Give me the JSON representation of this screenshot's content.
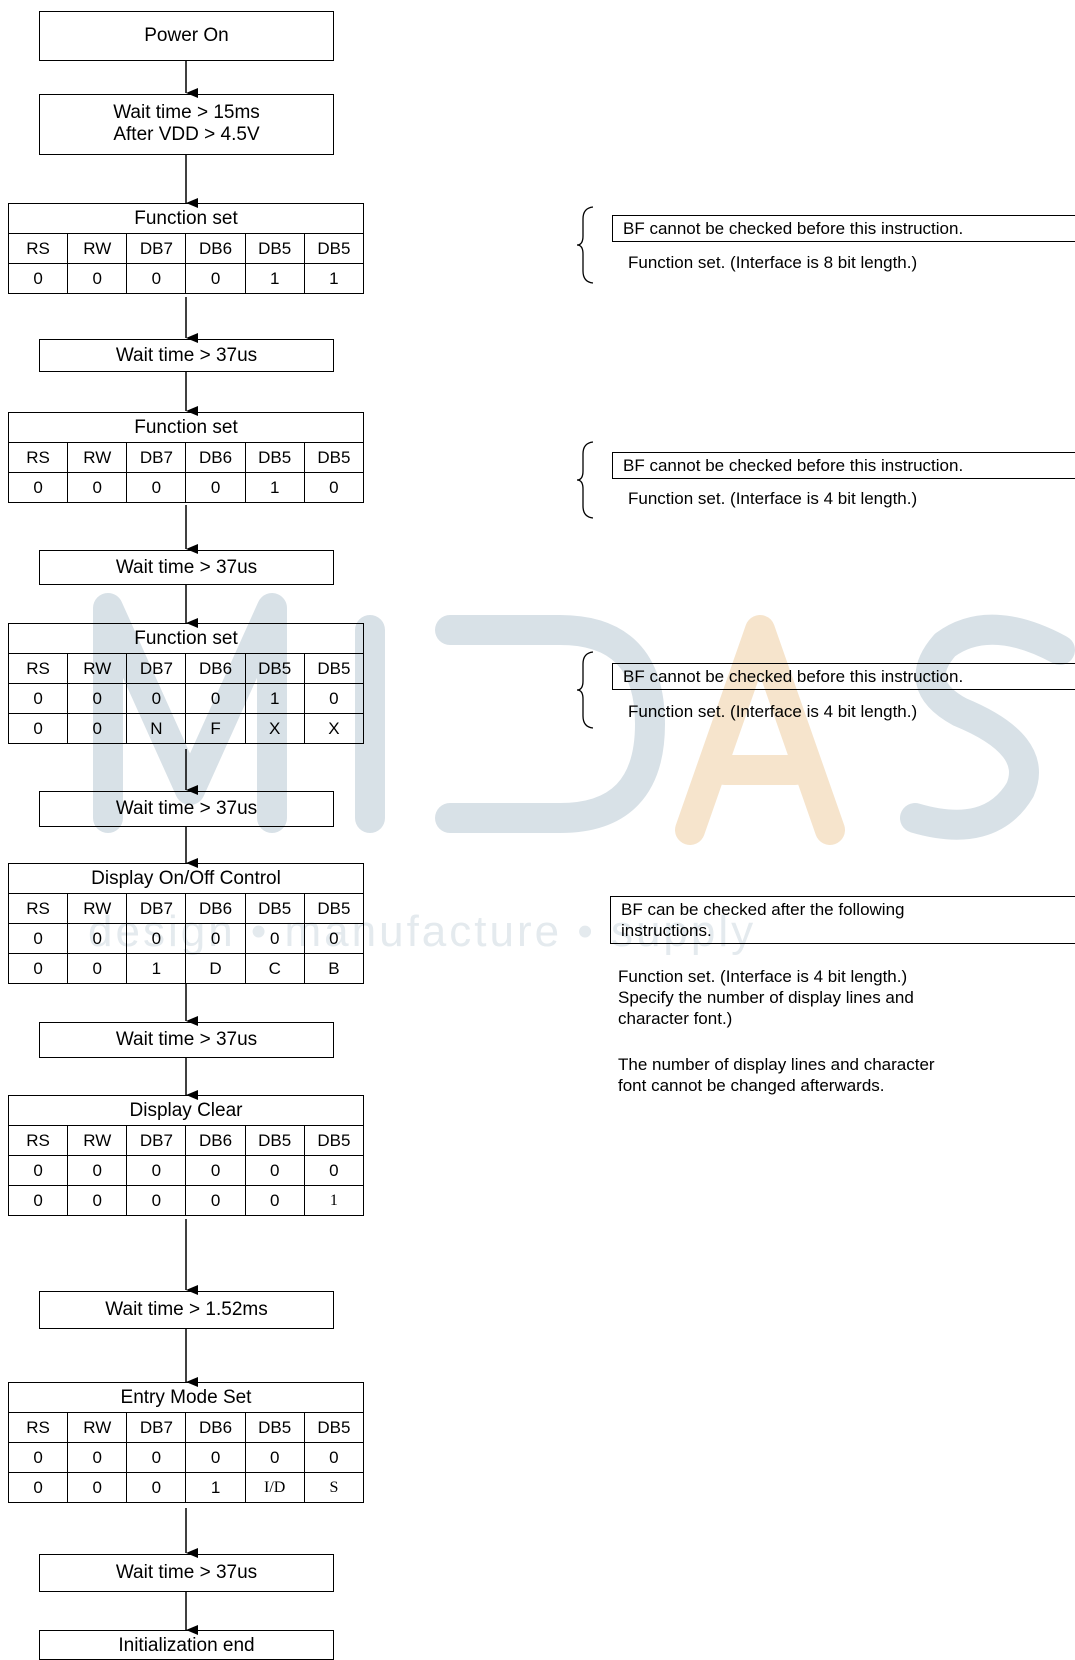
{
  "watermark": {
    "letters": "MIDAS",
    "tagline": "design • manufacture • supply",
    "colors": {
      "gray": "#d8e1e7",
      "accent": "#f6e4cc"
    }
  },
  "colors": {
    "line": "#000000",
    "bg": "#ffffff"
  },
  "steps": {
    "power_on": "Power On",
    "wait1_l1": "Wait time > 15ms",
    "wait1_l2": "After VDD > 4.5V",
    "wait2": "Wait time > 37us",
    "wait3": "Wait time > 37us",
    "wait4": "Wait time > 37us",
    "wait5": "Wait time > 37us",
    "wait6": "Wait time > 1.52ms",
    "wait7": "Wait time > 37us",
    "end": "Initialization end"
  },
  "headers": [
    "RS",
    "RW",
    "DB7",
    "DB6",
    "DB5",
    "DB5"
  ],
  "tables": [
    {
      "title": "Function set",
      "rows": [
        [
          "0",
          "0",
          "0",
          "0",
          "1",
          "1"
        ]
      ]
    },
    {
      "title": "Function set",
      "rows": [
        [
          "0",
          "0",
          "0",
          "0",
          "1",
          "0"
        ]
      ]
    },
    {
      "title": "Function set",
      "rows": [
        [
          "0",
          "0",
          "0",
          "0",
          "1",
          "0"
        ],
        [
          "0",
          "0",
          "N",
          "F",
          "X",
          "X"
        ]
      ]
    },
    {
      "title": "Display On/Off Control",
      "rows": [
        [
          "0",
          "0",
          "0",
          "0",
          "0",
          "0"
        ],
        [
          "0",
          "0",
          "1",
          "D",
          "C",
          "B"
        ]
      ]
    },
    {
      "title": "Display Clear",
      "rows": [
        [
          "0",
          "0",
          "0",
          "0",
          "0",
          "0"
        ],
        [
          "0",
          "0",
          "0",
          "0",
          "0",
          "1"
        ]
      ]
    },
    {
      "title": "Entry Mode Set",
      "rows": [
        [
          "0",
          "0",
          "0",
          "0",
          "0",
          "0"
        ],
        [
          "0",
          "0",
          "0",
          "1",
          "I/D",
          "S"
        ]
      ]
    }
  ],
  "notes": {
    "n1_box": "BF cannot be checked before this instruction.",
    "n1_text": "Function set. (Interface is 8 bit length.)",
    "n2_box": "BF cannot be checked before this instruction.",
    "n2_text": "Function set. (Interface is 4 bit length.)",
    "n3_box": "BF cannot be checked before this instruction.",
    "n3_text": "Function set. (Interface is 4 bit length.)",
    "n4_box_l1": "BF can be checked after the following",
    "n4_box_l2": "instructions.",
    "n4_p1_l1": "Function set. (Interface is 4 bit length.)",
    "n4_p1_l2": "Specify the number of display lines and",
    "n4_p1_l3": "character font.)",
    "n4_p2_l1": "The number of display lines and character",
    "n4_p2_l2": "font cannot be changed afterwards."
  }
}
